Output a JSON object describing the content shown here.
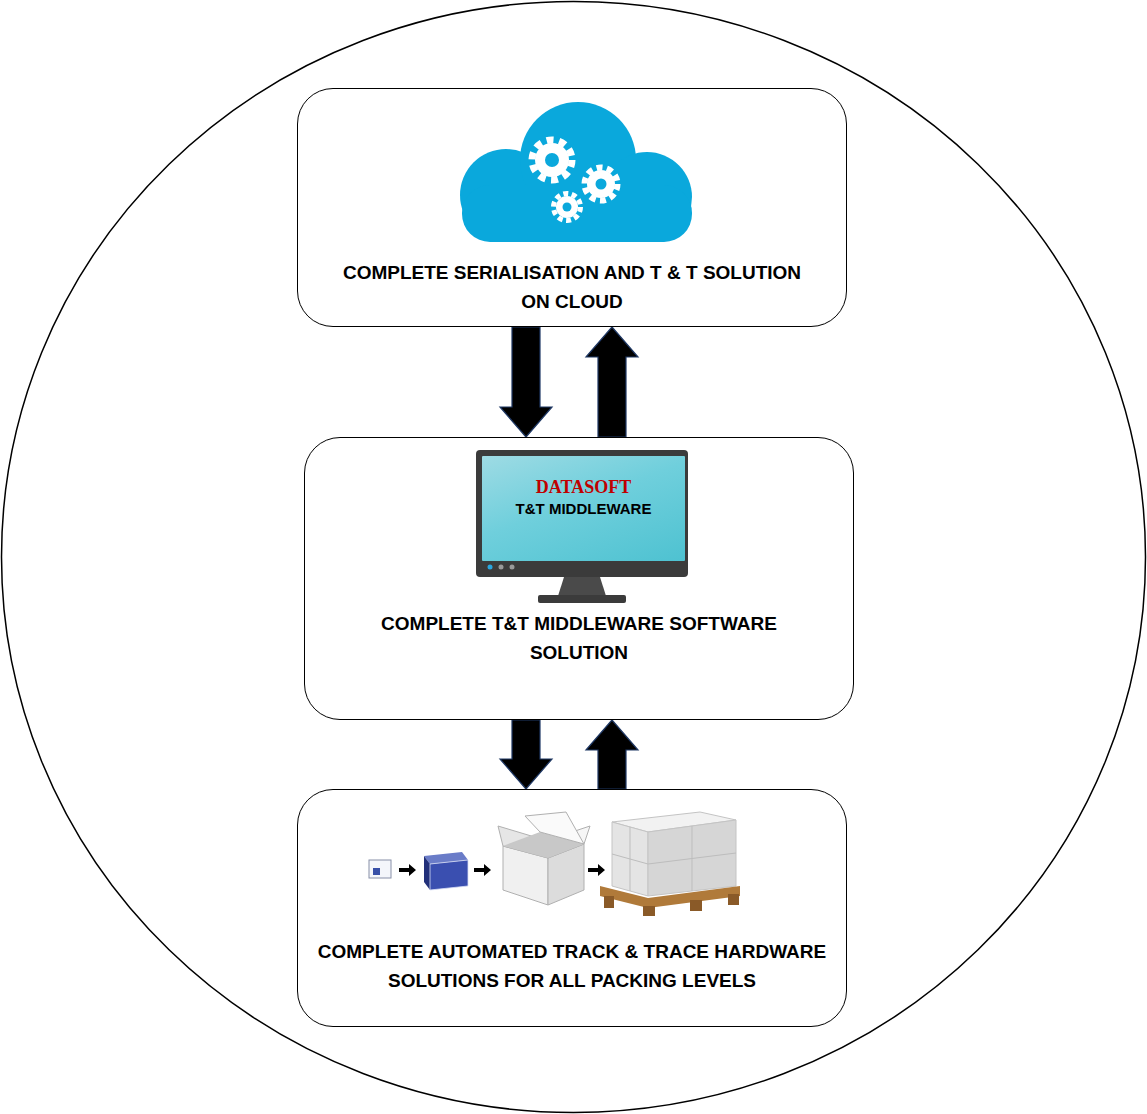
{
  "diagram": {
    "nodes": [
      {
        "text": [
          "COMPLETE SERIALISATION AND T & T SOLUTION ON CLOUD"
        ]
      },
      {
        "text": [
          "COMPLETE T&T MIDDLEWARE SOFTWARE SOLUTION"
        ]
      },
      {
        "text": [
          "DATASOFT",
          "T&T MIDDLEWARE"
        ],
        "in": 1
      },
      {
        "text": [
          "COMPLETE AUTOMATED TRACK & TRACE HARDWARE SOLUTIONS FOR ALL PACKING LEVELS"
        ]
      }
    ],
    "edges": [
      {
        "from": 0,
        "to": 1,
        "arrow": "to"
      },
      {
        "from": 1,
        "to": 0,
        "arrow": "to"
      },
      {
        "from": 1,
        "to": 3,
        "arrow": "to"
      },
      {
        "from": 3,
        "to": 1,
        "arrow": "to"
      }
    ]
  }
}
